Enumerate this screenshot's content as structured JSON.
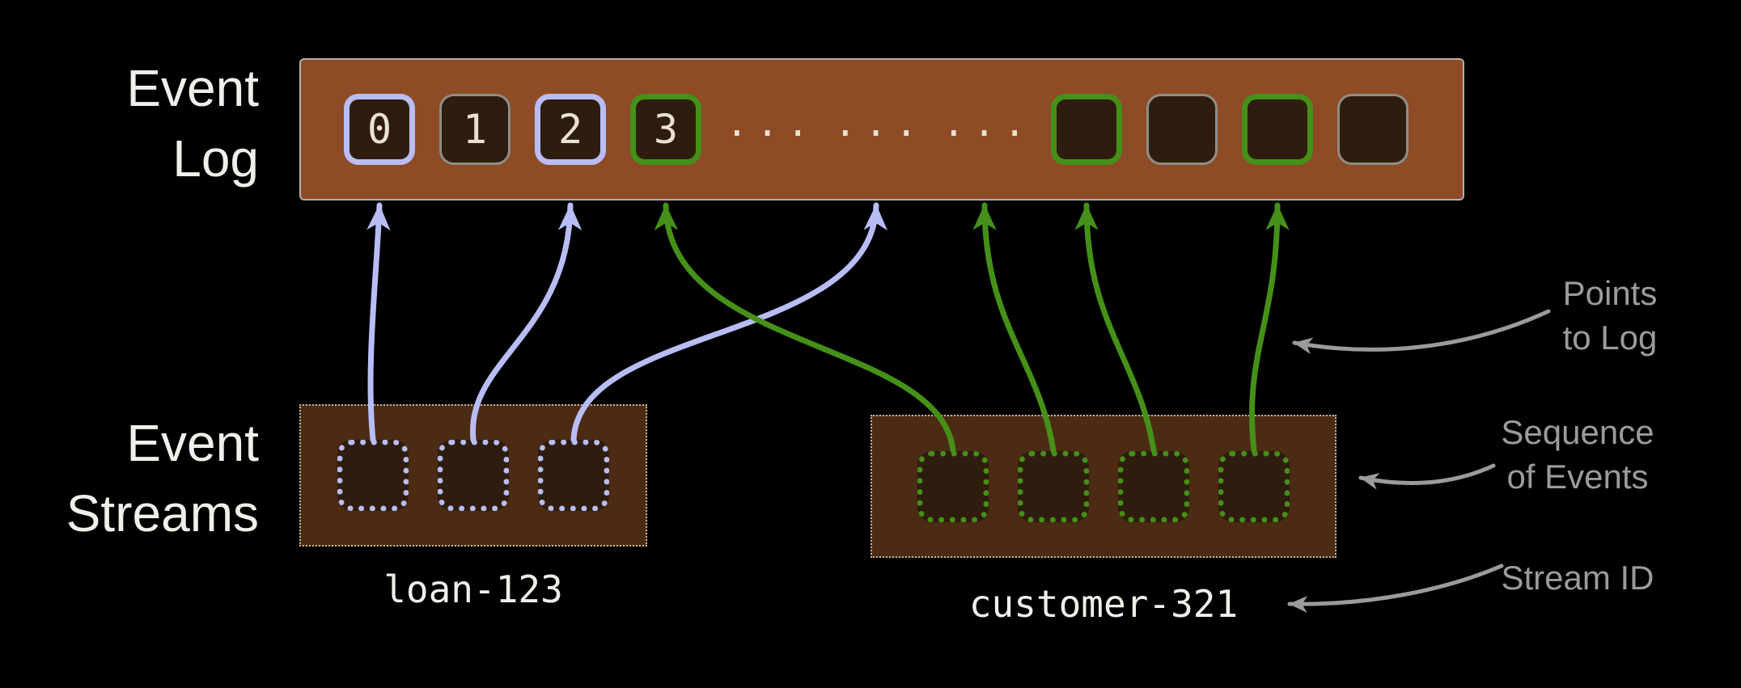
{
  "colors": {
    "background": "#000000",
    "log_bar": "#8d4b26",
    "log_bar_border": "#b6afa3",
    "cell_fill": "#2e1d0e",
    "stream_box": "#4b2b13",
    "stream_box_border": "#c3b296",
    "lavender": "#b9bdf5",
    "green": "#459018",
    "gray_border": "#8e8e85",
    "text_light": "#f1efe9",
    "text_cream": "#eae2d1",
    "annotation": "#9b9b9b"
  },
  "event_log": {
    "label": [
      "Event",
      "Log"
    ],
    "cells": [
      {
        "text": "0",
        "style": "lavender"
      },
      {
        "text": "1",
        "style": "gray"
      },
      {
        "text": "2",
        "style": "lavender"
      },
      {
        "text": "3",
        "style": "green"
      },
      {
        "text": "...",
        "style": "dots"
      },
      {
        "text": "...",
        "style": "dots"
      },
      {
        "text": "...",
        "style": "dots"
      },
      {
        "text": "",
        "style": "green"
      },
      {
        "text": "",
        "style": "gray"
      },
      {
        "text": "",
        "style": "green"
      },
      {
        "text": "",
        "style": "gray"
      }
    ]
  },
  "event_streams": {
    "label": [
      "Event",
      "Streams"
    ],
    "streams": [
      {
        "id": "loan-123",
        "color": "lavender",
        "events": 3
      },
      {
        "id": "customer-321",
        "color": "green",
        "events": 4
      }
    ]
  },
  "links": [
    {
      "from": "loan-123 event 1",
      "to": "log position 0",
      "color": "lavender"
    },
    {
      "from": "loan-123 event 2",
      "to": "log position 2",
      "color": "lavender"
    },
    {
      "from": "loan-123 event 3",
      "to": "log (elided region)",
      "color": "lavender"
    },
    {
      "from": "customer-321 event 1",
      "to": "log position 3",
      "color": "green"
    },
    {
      "from": "customer-321 event 2",
      "to": "log (elided region)",
      "color": "green"
    },
    {
      "from": "customer-321 event 3",
      "to": "log green cell A",
      "color": "green"
    },
    {
      "from": "customer-321 event 4",
      "to": "log green cell B",
      "color": "green"
    }
  ],
  "annotations": {
    "points_to_log": [
      "Points",
      "to Log"
    ],
    "sequence_of_events": [
      "Sequence",
      "of Events"
    ],
    "stream_id": "Stream ID"
  }
}
